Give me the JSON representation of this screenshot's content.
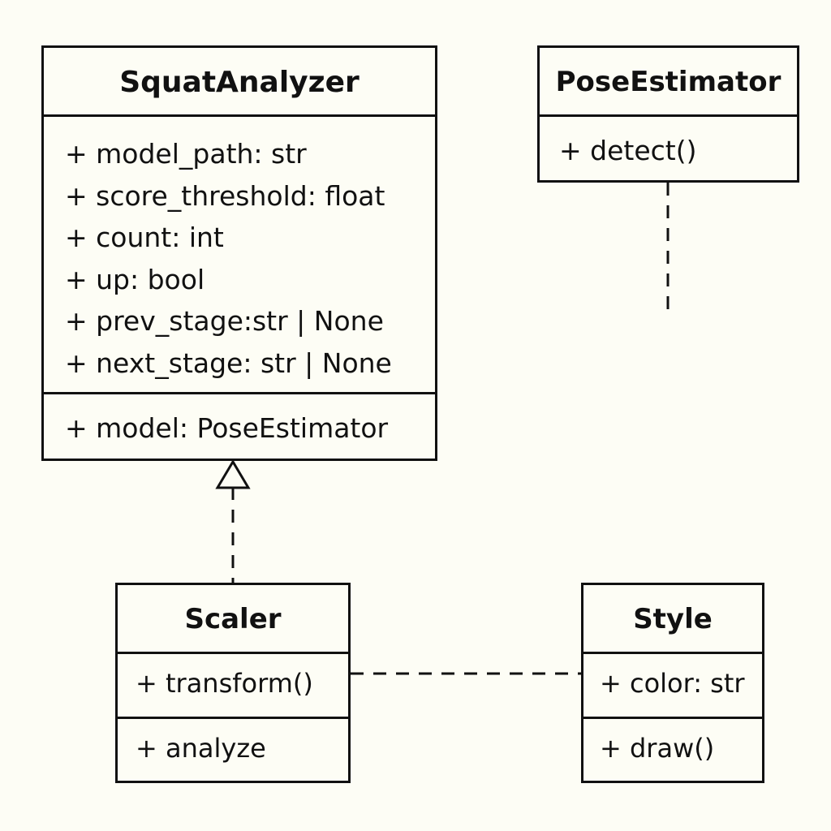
{
  "diagram": {
    "classes": {
      "squat_analyzer": {
        "name": "SquatAnalyzer",
        "attributes": [
          "+ model_path: str",
          "+ score_threshold: float",
          "+ count: int",
          "+ up: bool",
          "+ prev_stage:str | None",
          "+ next_stage: str | None"
        ],
        "operations": [
          "+ model: PoseEstimator"
        ]
      },
      "pose_estimator": {
        "name": "PoseEstimator",
        "operations": [
          "+ detect()"
        ]
      },
      "scaler": {
        "name": "Scaler",
        "attributes": [
          "+ transform()"
        ],
        "operations": [
          "+ analyze"
        ]
      },
      "style": {
        "name": "Style",
        "attributes": [
          "+ color: str"
        ],
        "operations": [
          "+ draw()"
        ]
      }
    },
    "relations": [
      {
        "from": "Scaler",
        "to": "SquatAnalyzer",
        "kind": "realization",
        "line": "dashed",
        "arrow": "hollow-triangle"
      },
      {
        "from": "Scaler",
        "to": "Style",
        "kind": "dependency",
        "line": "dashed",
        "arrow": "none"
      },
      {
        "from": "PoseEstimator",
        "to": "none",
        "kind": "dangling",
        "line": "dashed",
        "arrow": "none"
      }
    ],
    "colors": {
      "background": "#fdfdf5",
      "line": "#111111",
      "text": "#111111"
    }
  }
}
